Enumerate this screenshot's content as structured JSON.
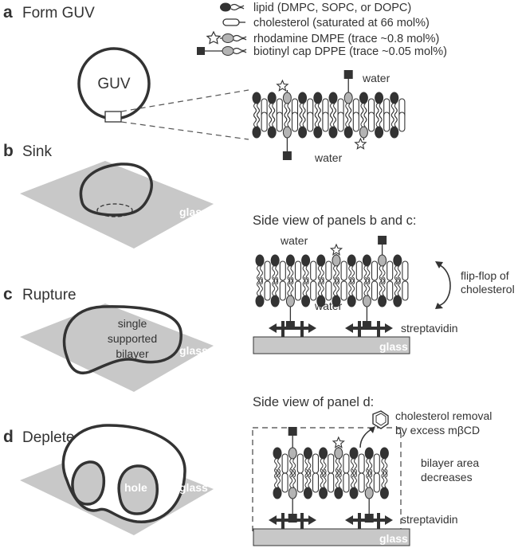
{
  "panels": [
    {
      "letter": "a",
      "title": "Form GUV"
    },
    {
      "letter": "b",
      "title": "Sink"
    },
    {
      "letter": "c",
      "title": "Rupture"
    },
    {
      "letter": "d",
      "title": "Deplete"
    }
  ],
  "legend": {
    "lipid": "lipid (DMPC, SOPC, or DOPC)",
    "cholesterol": "cholesterol (saturated at 66 mol%)",
    "rhodamine": "rhodamine DMPE (trace ~0.8 mol%)",
    "biotinyl": "biotinyl cap DPPE (trace ~0.05 mol%)"
  },
  "labels": {
    "guv": "GUV",
    "water": "water",
    "glass": "glass",
    "supported_line1": "single",
    "supported_line2": "supported",
    "supported_line3": "bilayer",
    "hole": "hole",
    "side_view_bc": "Side view of panels b and c:",
    "side_view_d": "Side view of panel d:",
    "flipflop_line1": "flip-flop of",
    "flipflop_line2": "cholesterol",
    "streptavidin": "streptavidin",
    "removal_line1": "cholesterol removal",
    "removal_line2_prefix": "by excess m",
    "removal_line2_beta": "β",
    "removal_line2_suffix": "CD",
    "area_line1": "bilayer area",
    "area_line2": "decreases"
  },
  "colors": {
    "outline": "#333333",
    "glass": "#c8c8c8",
    "head": "#333333",
    "special_head": "#b4b4b4",
    "glass_text": "#ffffff"
  }
}
